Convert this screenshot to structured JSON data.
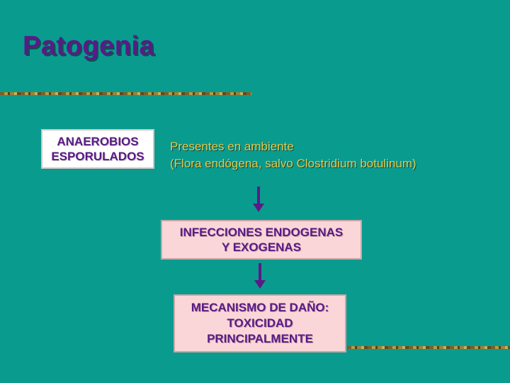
{
  "slide": {
    "title": "Patogenia"
  },
  "anaerobios": {
    "line1": "ANAEROBIOS",
    "line2": "ESPORULADOS"
  },
  "presentes": {
    "line1": "Presentes en ambiente",
    "line2": "(Flora endógena, salvo Clostridium botulinum)"
  },
  "infecciones": {
    "line1": "INFECCIONES ENDOGENAS",
    "line2": "Y EXOGENAS"
  },
  "mecanismo": {
    "line1": "MECANISMO DE DAÑO:",
    "line2": "TOXICIDAD",
    "line3": "PRINCIPALMENTE"
  },
  "colors": {
    "background": "#0a9b8f",
    "title": "#5b1a86",
    "box_text": "#5b1a86",
    "highlight_text": "#e8c84a",
    "pink_box": "#fbd6d8",
    "arrow": "#5b1a86"
  }
}
